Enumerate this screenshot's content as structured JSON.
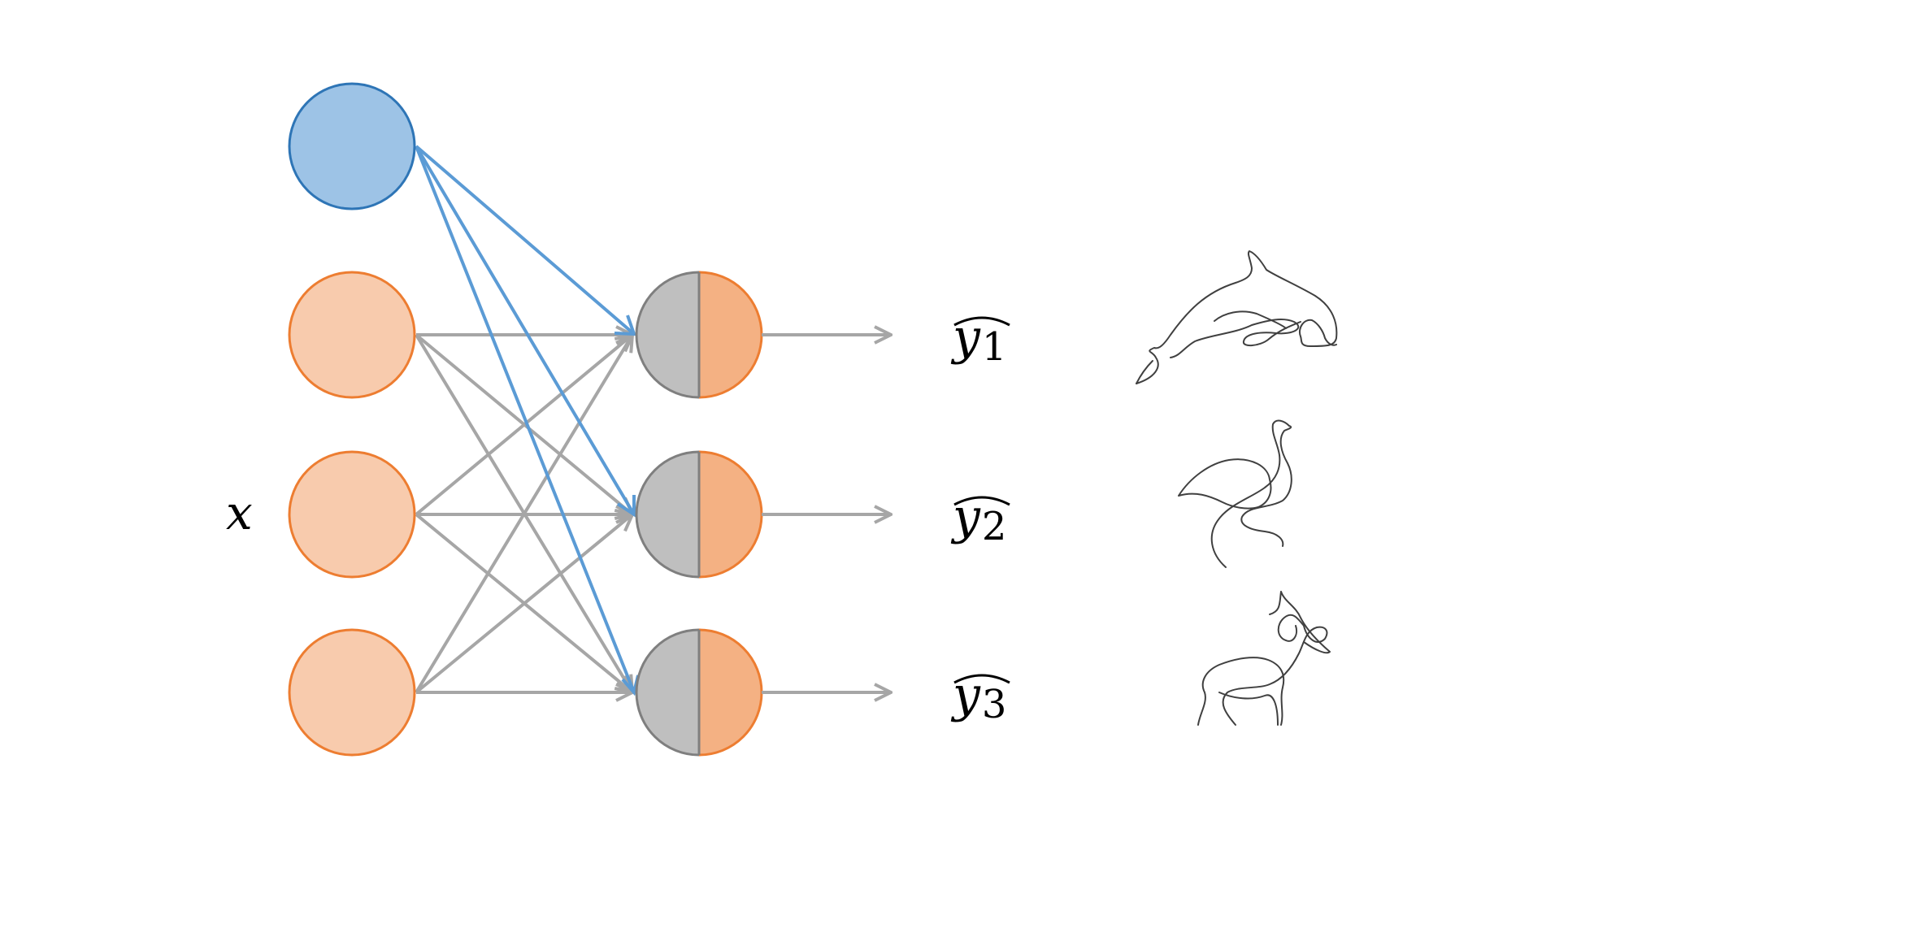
{
  "input_label": "x",
  "outputs": [
    {
      "symbol": "y",
      "subscript": "1",
      "drawing_icon": "orca-icon"
    },
    {
      "symbol": "y",
      "subscript": "2",
      "drawing_icon": "bird-icon"
    },
    {
      "symbol": "y",
      "subscript": "3",
      "drawing_icon": "deer-icon"
    }
  ],
  "colors": {
    "bias_fill": "#9dc3e6",
    "bias_stroke": "#2e75b6",
    "bias_arrow": "#5b9bd5",
    "input_fill": "#f8cbad",
    "input_stroke": "#ed7d31",
    "hidden_left_fill": "#bfbfbf",
    "hidden_left_stroke": "#7f7f7f",
    "hidden_right_fill": "#f4b183",
    "arrow_gray": "#a6a6a6",
    "sketch": "#404040"
  }
}
